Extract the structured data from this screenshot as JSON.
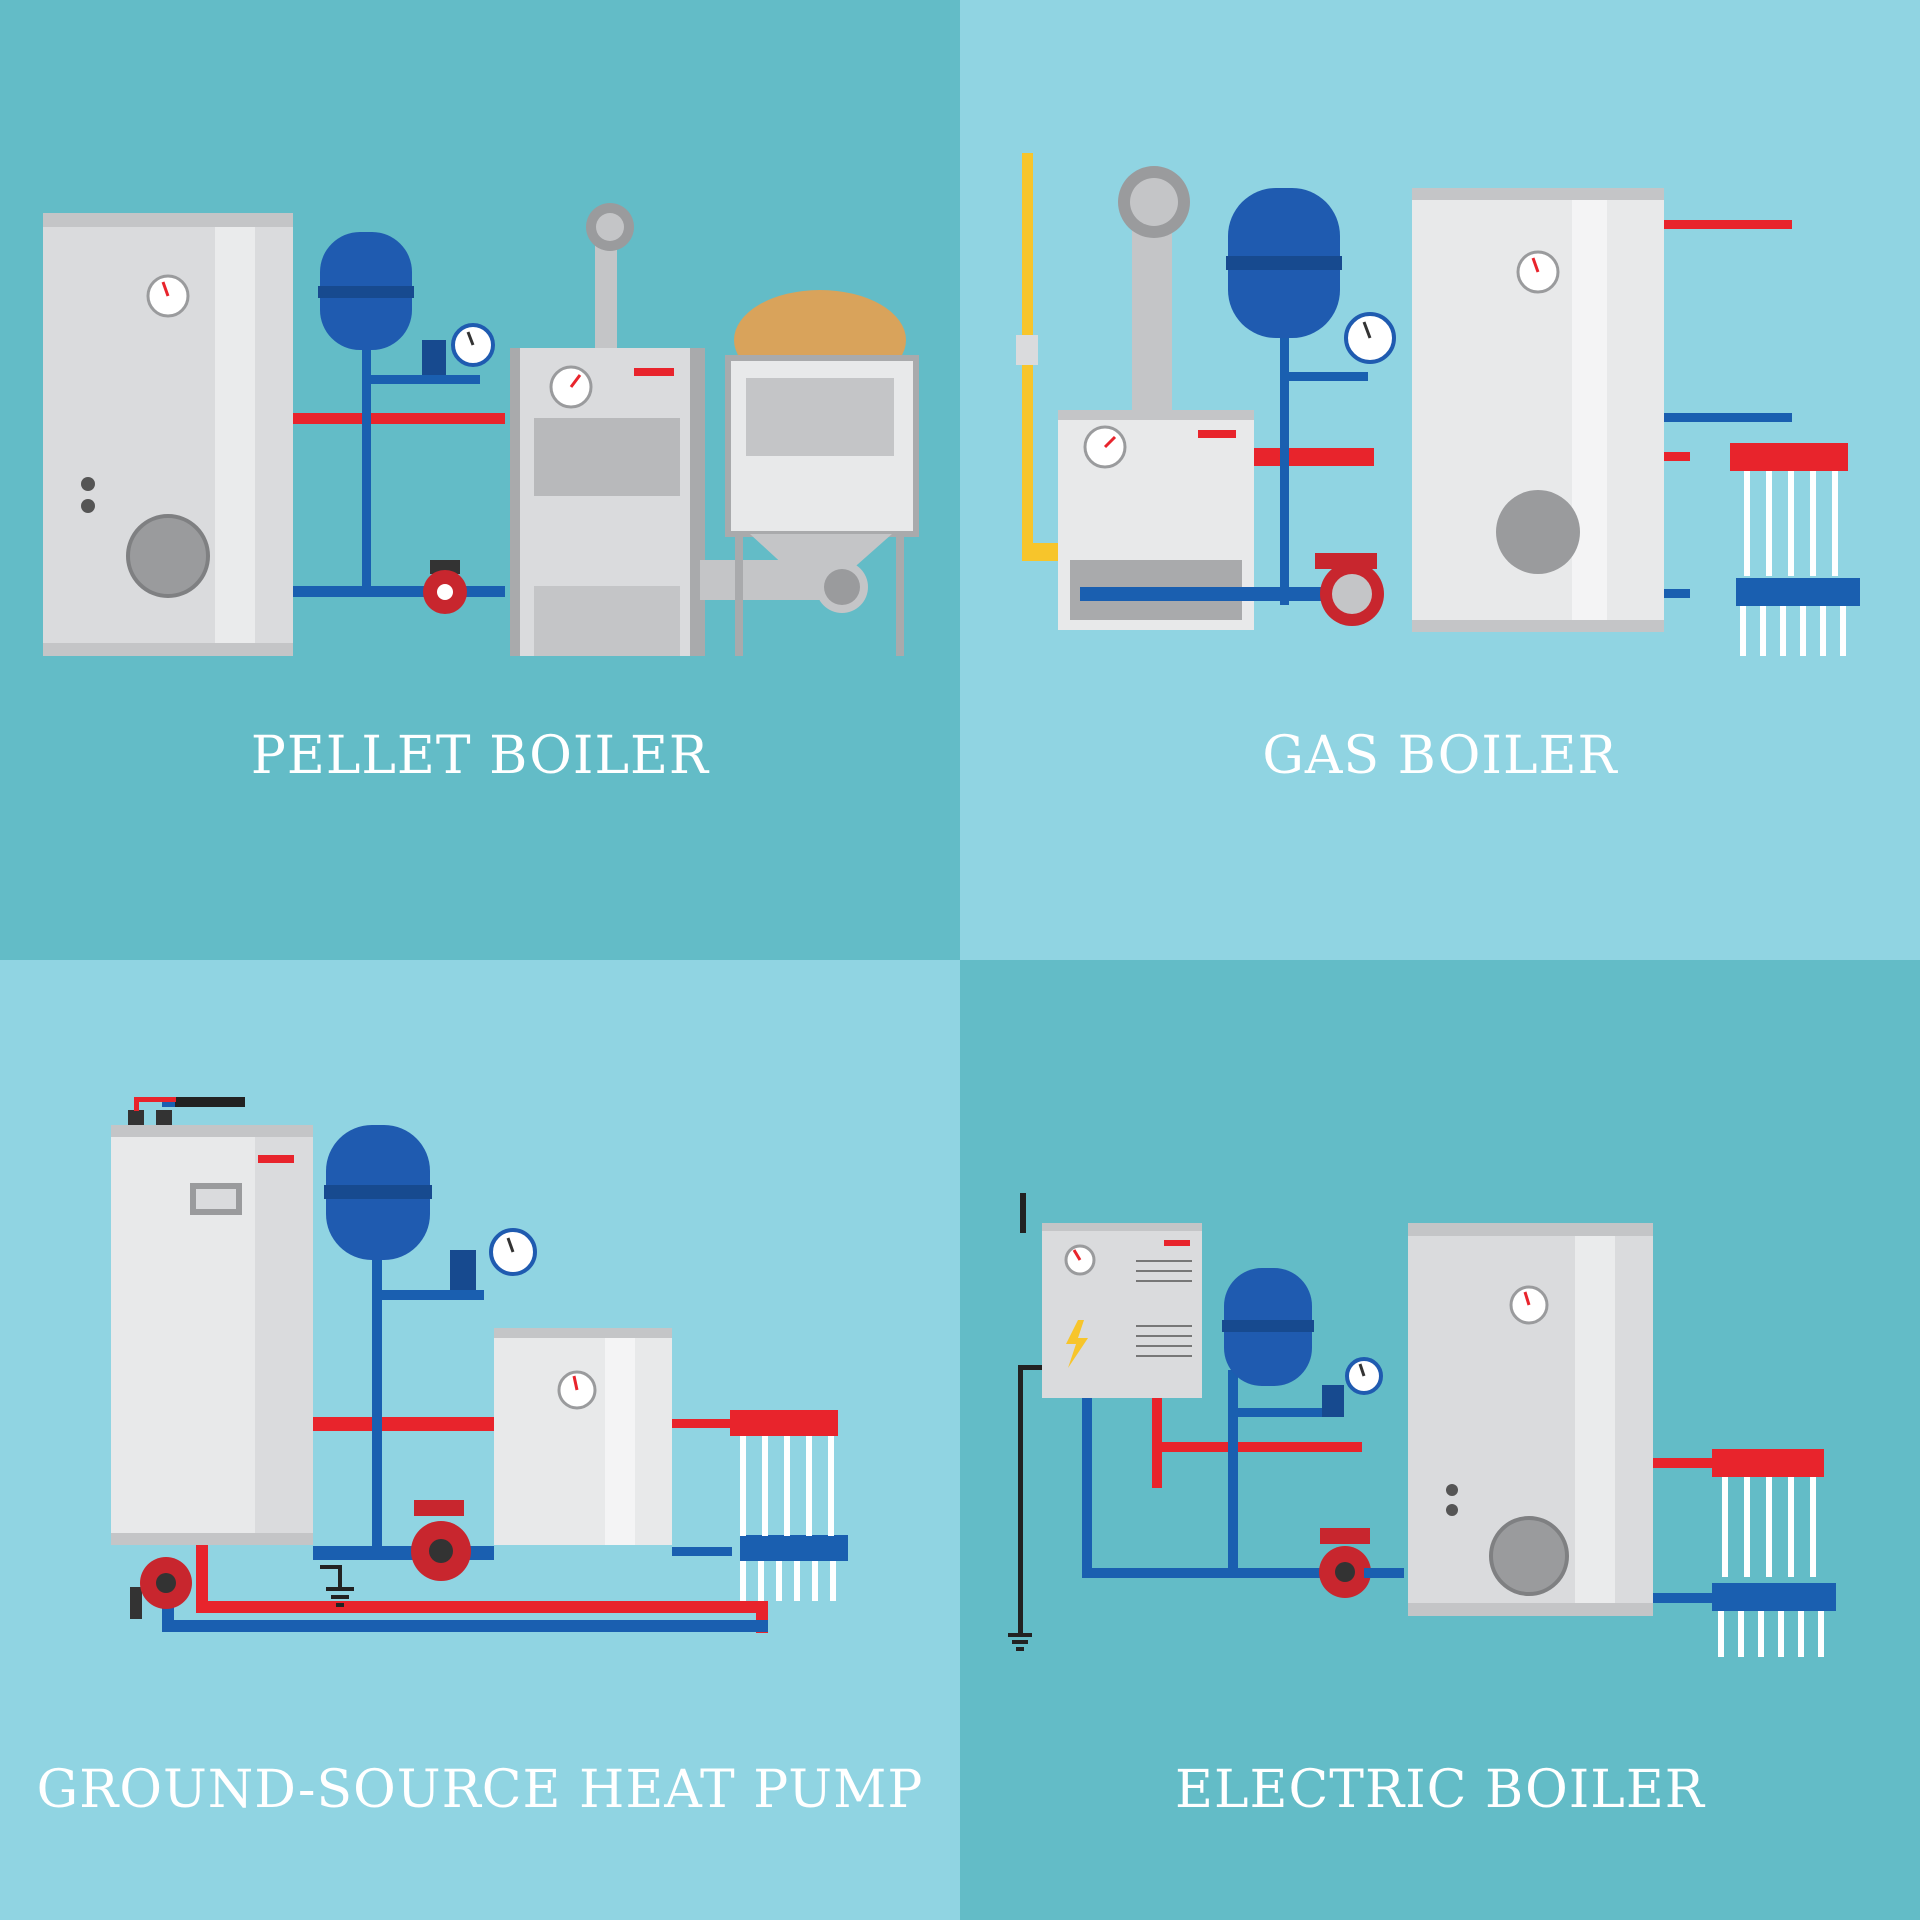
{
  "panels": [
    {
      "caption": "PELLET BOILER",
      "background": "#63bcc7"
    },
    {
      "caption": "GAS BOILER",
      "background": "#90d4e2"
    },
    {
      "caption": "GROUND-SOURCE HEAT PUMP",
      "background": "#90d4e2"
    },
    {
      "caption": "ELECTRIC BOILER",
      "background": "#63bcc7"
    }
  ],
  "colors": {
    "hot_pipe": "#e8242c",
    "cold_pipe": "#1a5fb0",
    "tank_body": "#dadbdd",
    "expansion_tank": "#1f5bb0",
    "gas_pipe": "#f7c52b",
    "pump": "#c8262e"
  },
  "icons": [
    "boiler-icon",
    "expansion-tank-icon",
    "pressure-gauge-icon",
    "circulation-pump-icon",
    "manifold-icon",
    "chimney-icon",
    "pellet-hopper-icon",
    "ground-symbol-icon",
    "lightning-icon"
  ]
}
